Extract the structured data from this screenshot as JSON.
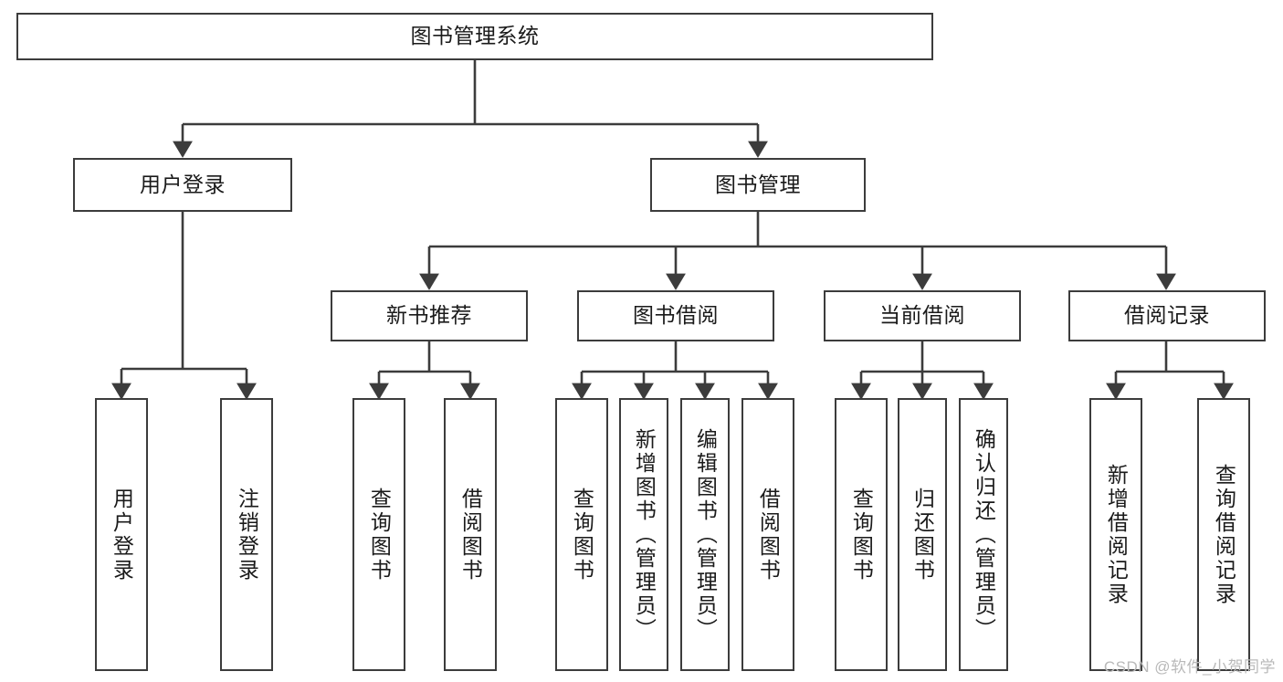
{
  "diagram": {
    "kind": "tree-hierarchy-diagram",
    "background_color": "#ffffff",
    "line_color": "#3c3c3c",
    "text_color": "#1a1a1a",
    "root": {
      "label": "图书管理系统"
    },
    "level2": [
      {
        "label": "用户登录"
      },
      {
        "label": "图书管理"
      }
    ],
    "level3": [
      {
        "label": "新书推荐"
      },
      {
        "label": "图书借阅"
      },
      {
        "label": "当前借阅"
      },
      {
        "label": "借阅记录"
      }
    ],
    "leaves": {
      "user_login": [
        {
          "label": "用户登录"
        },
        {
          "label": "注销登录"
        }
      ],
      "new_book_recommend": [
        {
          "label": "查询图书"
        },
        {
          "label": "借阅图书"
        }
      ],
      "book_borrow": [
        {
          "label": "查询图书"
        },
        {
          "label": "新增图书（管理员）"
        },
        {
          "label": "编辑图书（管理员）"
        },
        {
          "label": "借阅图书"
        }
      ],
      "current_borrow": [
        {
          "label": "查询图书"
        },
        {
          "label": "归还图书"
        },
        {
          "label": "确认归还（管理员）"
        }
      ],
      "borrow_record": [
        {
          "label": "新增借阅记录"
        },
        {
          "label": "查询借阅记录"
        }
      ]
    }
  },
  "watermark": {
    "text": "CSDN @软件_小贺同学"
  }
}
